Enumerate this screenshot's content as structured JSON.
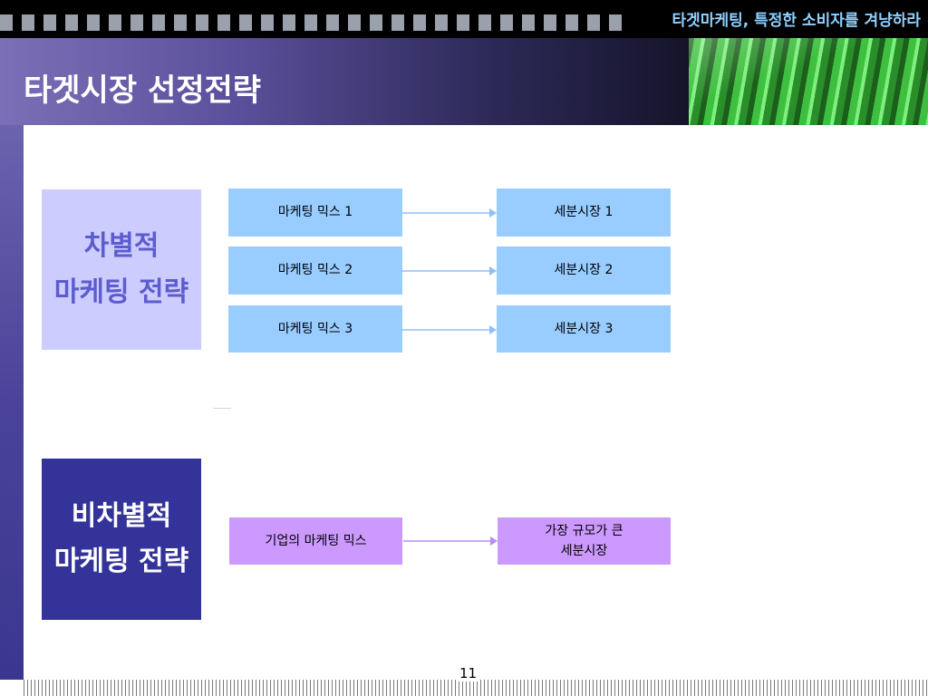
{
  "header": {
    "top_right_title": "타겟마케팅, 특정한 소비자를 겨냥하라",
    "page_title": "타겟시장 선정전략"
  },
  "strategies": [
    {
      "line1": "차별적",
      "line2": "마케팅 전략",
      "mixes": [
        "마케팅 믹스 1",
        "마케팅 믹스 2",
        "마케팅 믹스 3"
      ],
      "segments": [
        "세분시장 1",
        "세분시장 2",
        "세분시장 3"
      ]
    },
    {
      "line1": "비차별적",
      "line2": "마케팅 전략",
      "mix": "기업의 마케팅 믹스",
      "segment_line1": "가장 규모가 큰",
      "segment_line2": "세분시장"
    }
  ],
  "page_number": "11",
  "colors": {
    "mix_box": "#99ccff",
    "undiff_box": "#cc99ff",
    "diff_strategy_bg": "#ccccff",
    "diff_strategy_text": "#5c5ccf",
    "undiff_strategy_bg": "#333399",
    "arrow_blue": "#8fbfff",
    "arrow_purple": "#b58cff"
  }
}
